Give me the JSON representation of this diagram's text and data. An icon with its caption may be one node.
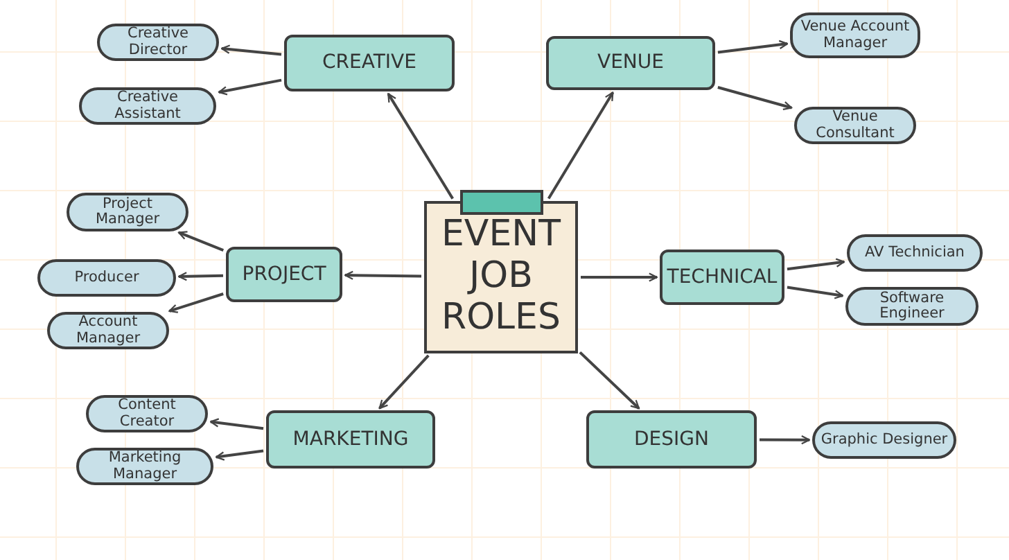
{
  "diagram": {
    "nodes": [
      {
        "text": [
          "Creative Director"
        ]
      },
      {
        "text": [
          "CREATIVE"
        ]
      },
      {
        "text": [
          "VENUE"
        ]
      },
      {
        "text": [
          "Venue Account Manager"
        ]
      },
      {
        "text": [
          "Creative Assistant"
        ]
      },
      {
        "text": [
          "Venue Consultant"
        ]
      },
      {
        "text": [
          "Project Manager"
        ]
      },
      {
        "text": [
          "EVENT JOB ROLES"
        ]
      },
      {
        "text": [
          "PROJECT"
        ]
      },
      {
        "text": [
          "Producer"
        ]
      },
      {
        "text": [
          "TECHNICAL"
        ]
      },
      {
        "text": [
          "AV Technician"
        ]
      },
      {
        "text": [
          "Account Manager"
        ]
      },
      {
        "text": [
          "Software Engineer"
        ]
      },
      {
        "text": [
          "Content Creator"
        ]
      },
      {
        "text": [
          "MARKETING"
        ]
      },
      {
        "text": [
          "Marketing Manager"
        ]
      },
      {
        "text": [
          "DESIGN"
        ]
      },
      {
        "text": [
          "Graphic Designer"
        ]
      }
    ],
    "edges": [
      {
        "from": 7,
        "to": 1,
        "arrow": "to"
      },
      {
        "from": 7,
        "to": 2,
        "arrow": "to"
      },
      {
        "from": 7,
        "to": 8,
        "arrow": "to"
      },
      {
        "from": 7,
        "to": 10,
        "arrow": "to"
      },
      {
        "from": 7,
        "to": 15,
        "arrow": "to"
      },
      {
        "from": 7,
        "to": 17,
        "arrow": "to"
      },
      {
        "from": 1,
        "to": 0,
        "arrow": "to"
      },
      {
        "from": 1,
        "to": 4,
        "arrow": "to"
      },
      {
        "from": 2,
        "to": 3,
        "arrow": "to"
      },
      {
        "from": 2,
        "to": 5,
        "arrow": "to"
      },
      {
        "from": 8,
        "to": 6,
        "arrow": "to"
      },
      {
        "from": 8,
        "to": 9,
        "arrow": "to"
      },
      {
        "from": 8,
        "to": 12,
        "arrow": "to"
      },
      {
        "from": 10,
        "to": 11,
        "arrow": "to"
      },
      {
        "from": 10,
        "to": 13,
        "arrow": "to"
      },
      {
        "from": 15,
        "to": 14,
        "arrow": "to"
      },
      {
        "from": 15,
        "to": 16,
        "arrow": "to"
      },
      {
        "from": 17,
        "to": 18,
        "arrow": "to"
      }
    ]
  }
}
